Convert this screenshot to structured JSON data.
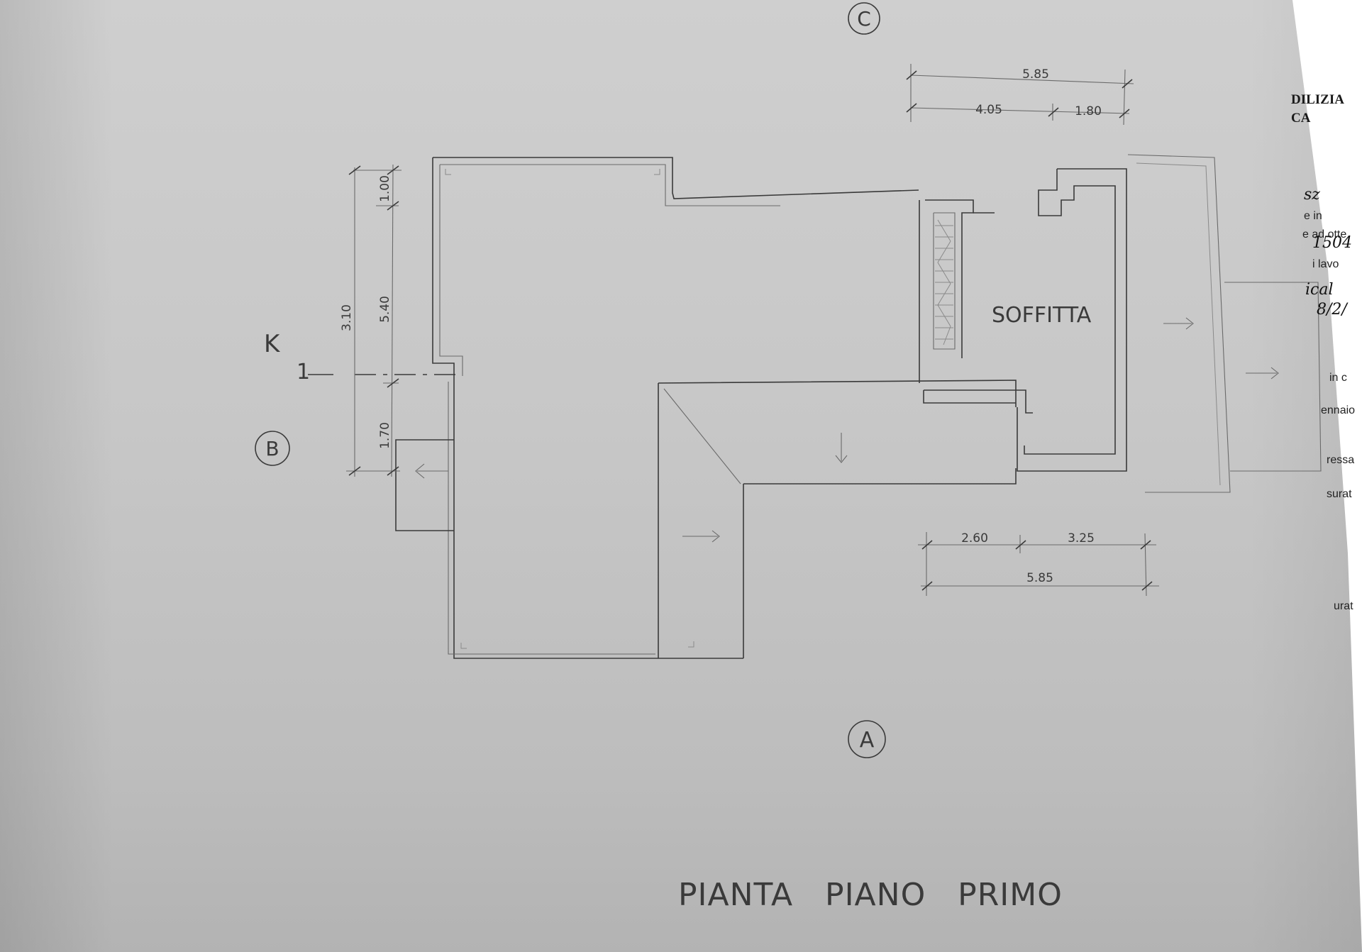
{
  "drawing": {
    "title": "PIANTA   PIANO   PRIMO",
    "room_label": "SOFFITTA",
    "grid_marks": {
      "a": "A",
      "b": "B",
      "c": "C"
    },
    "section_mark": {
      "letter": "K",
      "number": "1"
    },
    "dimensions": {
      "top_total": "5.85",
      "top_left": "4.05",
      "top_right": "1.80",
      "bottom_left": "2.60",
      "bottom_right": "3.25",
      "bottom_total": "5.85",
      "left_outer": "3.10",
      "left_top": "1.00",
      "left_mid": "5.40",
      "left_low": "1.70"
    }
  },
  "document": {
    "header_line1": "DILIZIA",
    "header_line2": "CA",
    "fragments": [
      "e in",
      "e ad otte",
      "i lavo",
      "in c",
      "ennaio",
      "ressa",
      "surat",
      "urat"
    ],
    "handwriting": [
      "sz",
      "1504",
      "ical",
      "8/2/"
    ]
  }
}
